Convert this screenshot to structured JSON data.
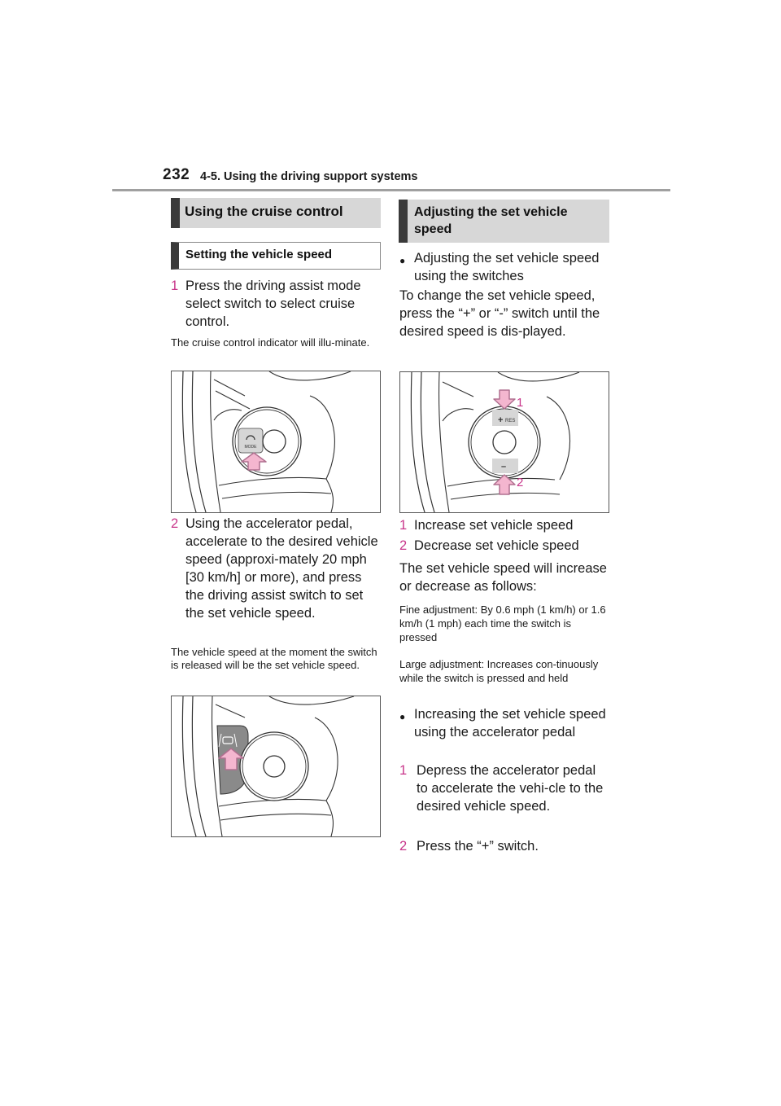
{
  "header": {
    "page_number": "232",
    "running_head": "4-5. Using the driving support systems"
  },
  "left": {
    "section_title": "Using the cruise control",
    "sub_title": "Setting the vehicle speed",
    "step1_num": "1",
    "step1_text": "Press the driving assist mode select switch to select cruise control.",
    "note1": "The cruise control indicator will illu-minate.",
    "figure1_label": "MODE",
    "step2_num": "2",
    "step2_text": "Using the accelerator pedal, accelerate to the desired vehicle speed (approxi-mately 20 mph [30 km/h] or more), and press the driving assist switch to set the set vehicle speed.",
    "note2": "The vehicle speed at the moment the switch is released will be the set vehicle speed."
  },
  "right": {
    "section_title_line1": "Adjusting the set vehicle",
    "section_title_line2": "speed",
    "bullet1": "Adjusting the set vehicle speed using the switches",
    "para1": "To change the set vehicle speed, press the “+” or “-” switch until the desired speed is dis-played.",
    "figure2": {
      "res_label": "RES",
      "plus": "+",
      "minus": "–",
      "callout1": "1",
      "callout2": "2"
    },
    "item1_num": "1",
    "item1_text": "Increase set vehicle speed",
    "item2_num": "2",
    "item2_text": "Decrease set vehicle speed",
    "para2": "The set vehicle speed will increase or decrease as follows:",
    "note_fine": "Fine adjustment: By 0.6 mph (1 km/h) or 1.6 km/h (1 mph) each time the switch is pressed",
    "note_large": "Large adjustment: Increases con-tinuously while the switch is pressed and held",
    "bullet2": "Increasing the set vehicle speed using the accelerator pedal",
    "step1_num": "1",
    "step1_text": "Depress the accelerator pedal to accelerate the vehi-cle to the desired vehicle speed.",
    "step2_num": "2",
    "step2_text": "Press the “+” switch."
  },
  "colors": {
    "accent_pink": "#c8358a",
    "section_gray": "#d7d7d7",
    "bar_dark": "#3a3a3a",
    "arrow_pink": "#f4b6cf"
  },
  "icons": [
    "bullet-icon",
    "mode-switch-icon",
    "lane-assist-icon",
    "up-arrow-icon"
  ]
}
